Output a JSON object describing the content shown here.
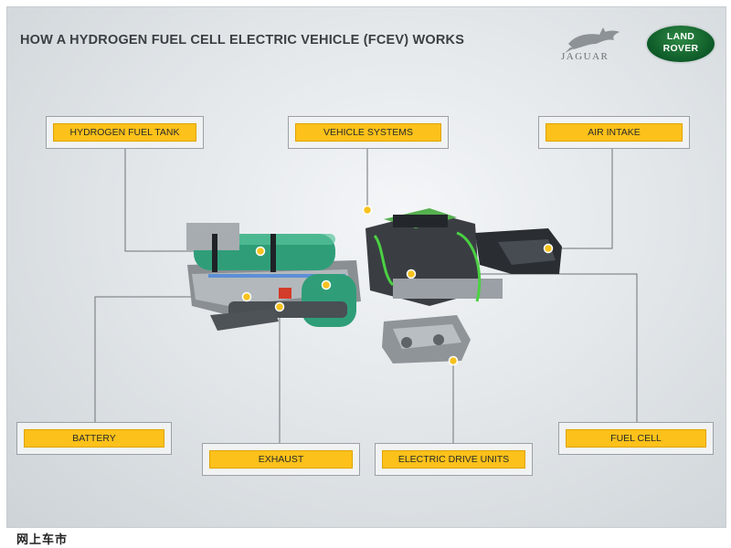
{
  "title": "HOW A HYDROGEN FUEL CELL ELECTRIC VEHICLE (FCEV) WORKS",
  "brands": {
    "jaguar": "JAGUAR",
    "land_rover_line1": "LAND",
    "land_rover_line2": "ROVER"
  },
  "labels": {
    "hydrogen_fuel_tank": "HYDROGEN FUEL TANK",
    "vehicle_systems": "VEHICLE SYSTEMS",
    "air_intake": "AIR INTAKE",
    "battery": "BATTERY",
    "exhaust": "EXHAUST",
    "electric_drive_units": "ELECTRIC DRIVE UNITS",
    "fuel_cell": "FUEL CELL"
  },
  "colors": {
    "accent": "#fcc11a",
    "tank_green": "#2f9e78",
    "lr_green": "#0d5a28"
  },
  "footer": "网上车市"
}
